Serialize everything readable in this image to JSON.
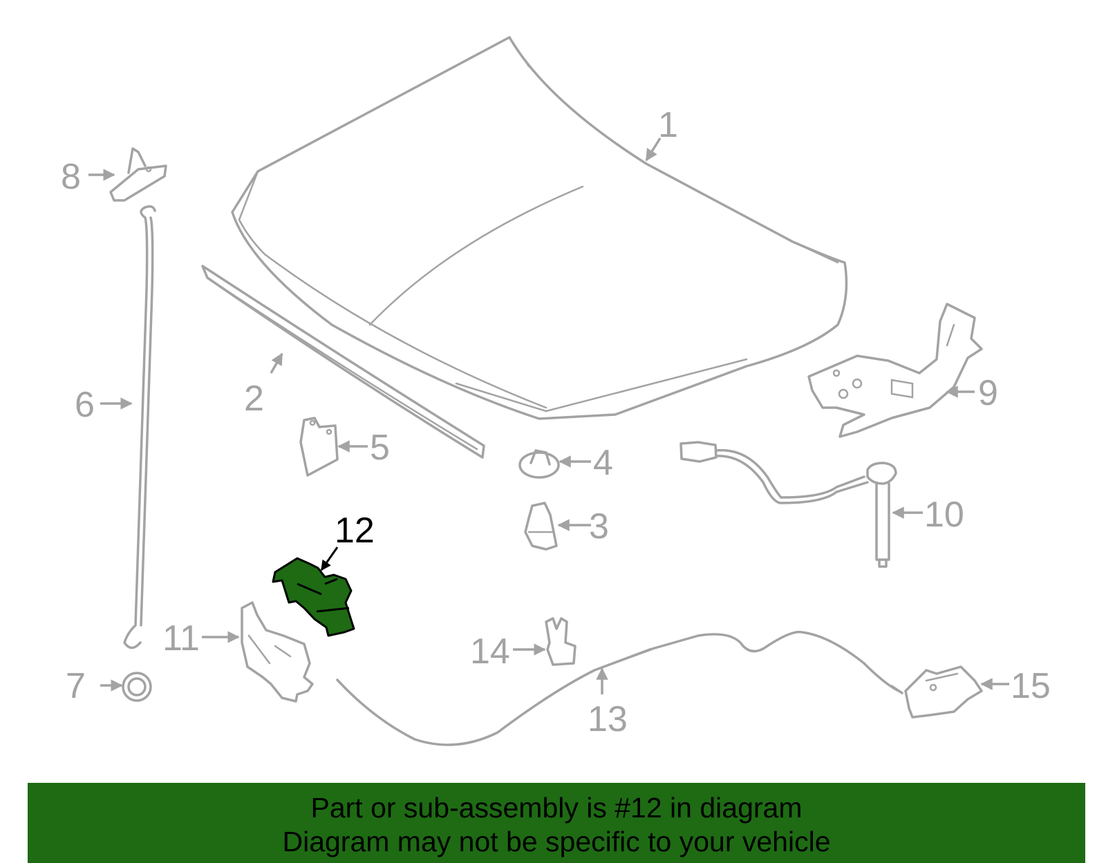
{
  "highlight_color": "#1e6b14",
  "line_color": "#a3a3a3",
  "callouts": {
    "c1": "1",
    "c2": "2",
    "c3": "3",
    "c4": "4",
    "c5": "5",
    "c6": "6",
    "c7": "7",
    "c8": "8",
    "c9": "9",
    "c10": "10",
    "c11": "11",
    "c12": "12",
    "c13": "13",
    "c14": "14",
    "c15": "15"
  },
  "banner": {
    "line1": "Part or sub-assembly is #12 in diagram",
    "line2": "Diagram may not be specific to your vehicle"
  }
}
